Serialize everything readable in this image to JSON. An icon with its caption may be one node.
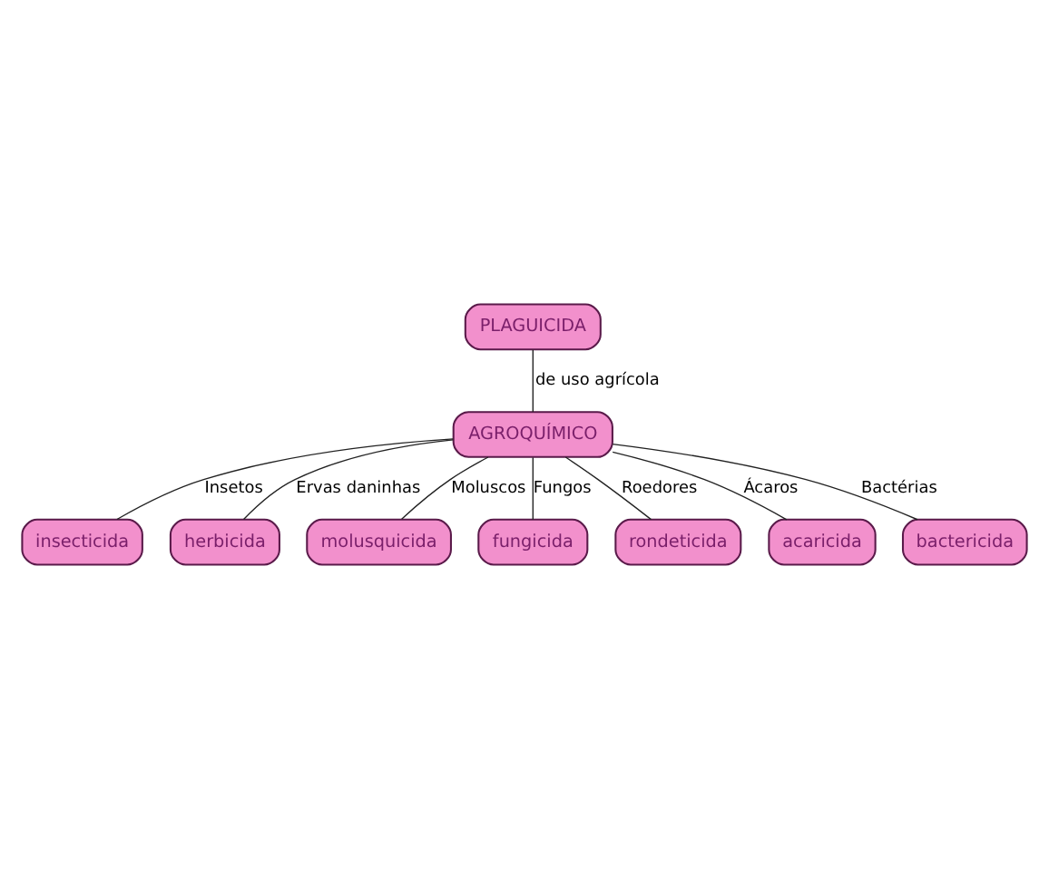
{
  "diagram": {
    "nodes": [
      {
        "text": [
          "PLAGUICIDA"
        ]
      },
      {
        "text": [
          "AGROQUÍMICO"
        ]
      },
      {
        "text": [
          "insecticida"
        ]
      },
      {
        "text": [
          "herbicida"
        ]
      },
      {
        "text": [
          "molusquicida"
        ]
      },
      {
        "text": [
          "fungicida"
        ]
      },
      {
        "text": [
          "rondeticida"
        ]
      },
      {
        "text": [
          "acaricida"
        ]
      },
      {
        "text": [
          "bactericida"
        ]
      }
    ],
    "edges": [
      {
        "from": 0,
        "to": 1,
        "arrow": "none",
        "label": "de uso agrícola"
      },
      {
        "from": 1,
        "to": 2,
        "arrow": "none",
        "label": "Insetos"
      },
      {
        "from": 1,
        "to": 3,
        "arrow": "none",
        "label": "Ervas daninhas"
      },
      {
        "from": 1,
        "to": 4,
        "arrow": "none",
        "label": "Moluscos"
      },
      {
        "from": 1,
        "to": 5,
        "arrow": "none",
        "label": "Fungos"
      },
      {
        "from": 1,
        "to": 6,
        "arrow": "none",
        "label": "Roedores"
      },
      {
        "from": 1,
        "to": 7,
        "arrow": "none",
        "label": "Ácaros"
      },
      {
        "from": 1,
        "to": 8,
        "arrow": "none",
        "label": "Bactérias"
      }
    ]
  }
}
